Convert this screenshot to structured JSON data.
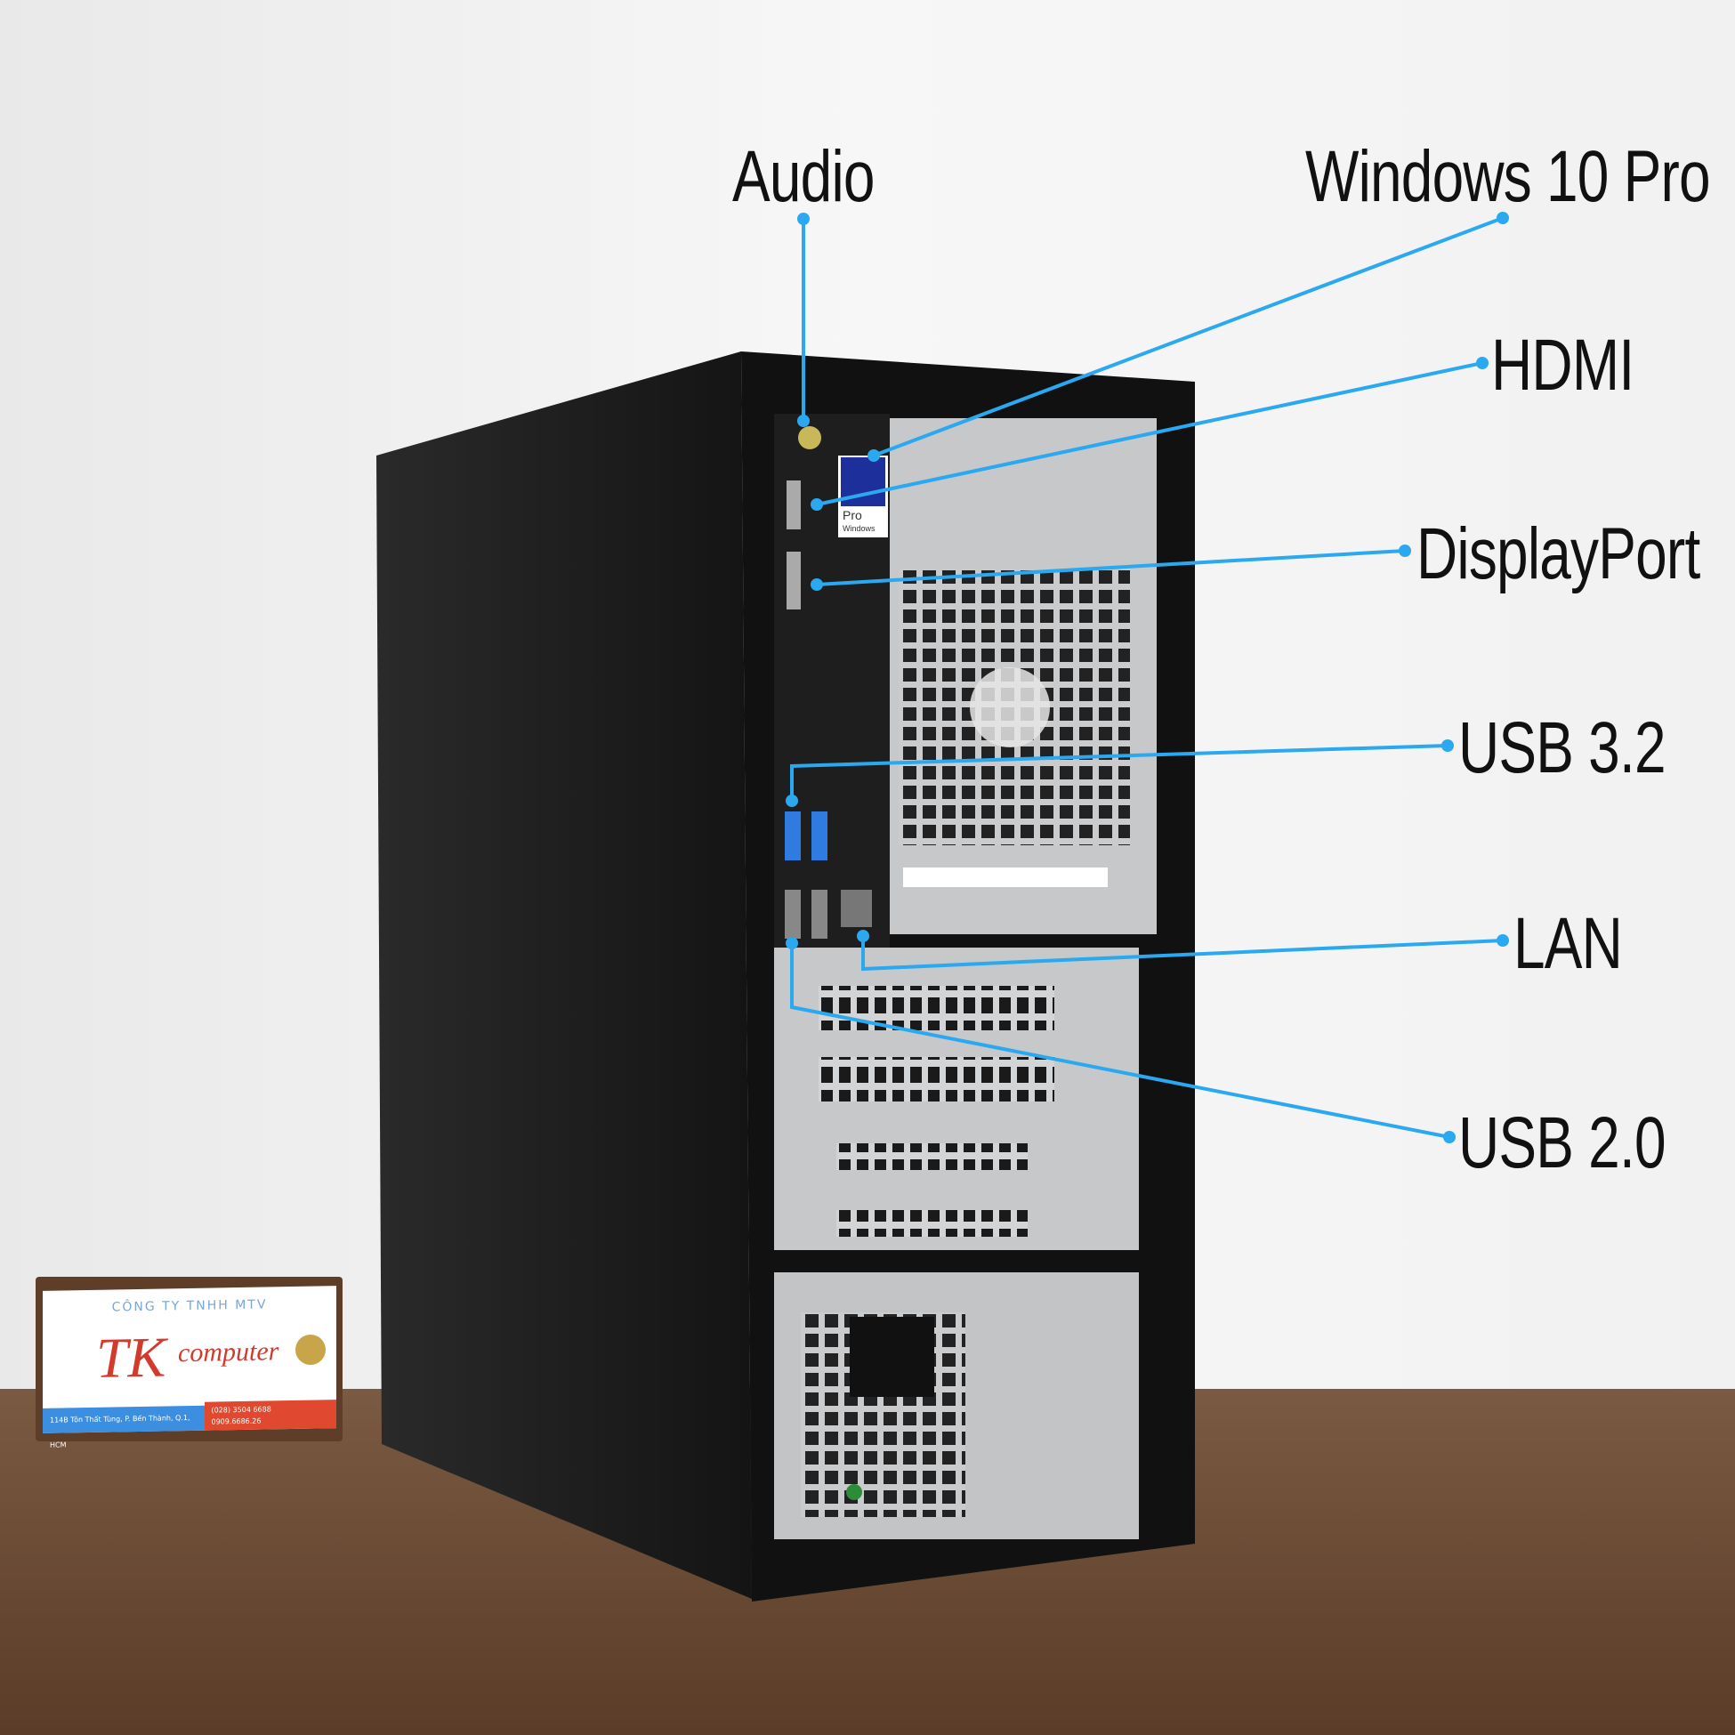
{
  "callouts": {
    "audio": "Audio",
    "windows": "Windows 10 Pro",
    "hdmi": "HDMI",
    "displayport": "DisplayPort",
    "usb32": "USB 3.2",
    "lan": "LAN",
    "usb20": "USB 2.0"
  },
  "sticker": {
    "line1": "Pro",
    "line2": "Windows"
  },
  "business_card": {
    "company": "CÔNG TY TNHH MTV",
    "brand_tk": "TK",
    "brand_computer": "computer",
    "address": "114B Tôn Thất Tùng, P. Bến Thành, Q.1, HCM",
    "phone1": "(028) 3504 6688",
    "phone2": "0909.6686.26"
  },
  "colors": {
    "callout": "#2aa8f0",
    "case": "#1b1b1b",
    "chassis": "#c9cbcc",
    "desk": "#6b4a32"
  }
}
